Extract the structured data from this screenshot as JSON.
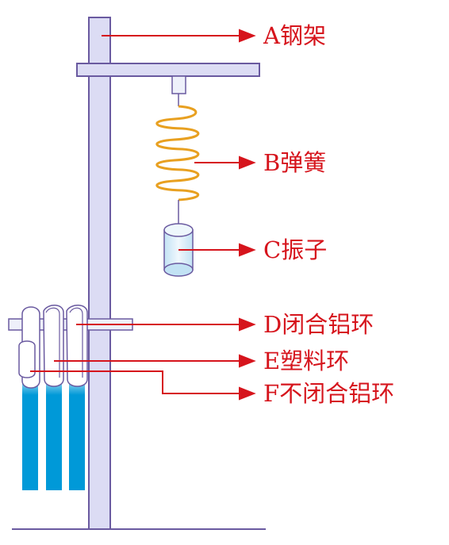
{
  "labels": {
    "A": "A钢架",
    "B": "B弹簧",
    "C": "C振子",
    "D": "D闭合铝环",
    "E": "E塑料环",
    "F": "F不闭合铝环"
  },
  "colors": {
    "frame_fill": "#dcdcf4",
    "frame_stroke": "#6a5aa0",
    "spring": "#e8a020",
    "bob_fill": "#d8eef8",
    "bob_stroke": "#6a5aa0",
    "arrow": "#d6141c",
    "ring_fill": "#ffffff",
    "ring_stroke": "#6a5aa0",
    "water": "#0099d8"
  }
}
